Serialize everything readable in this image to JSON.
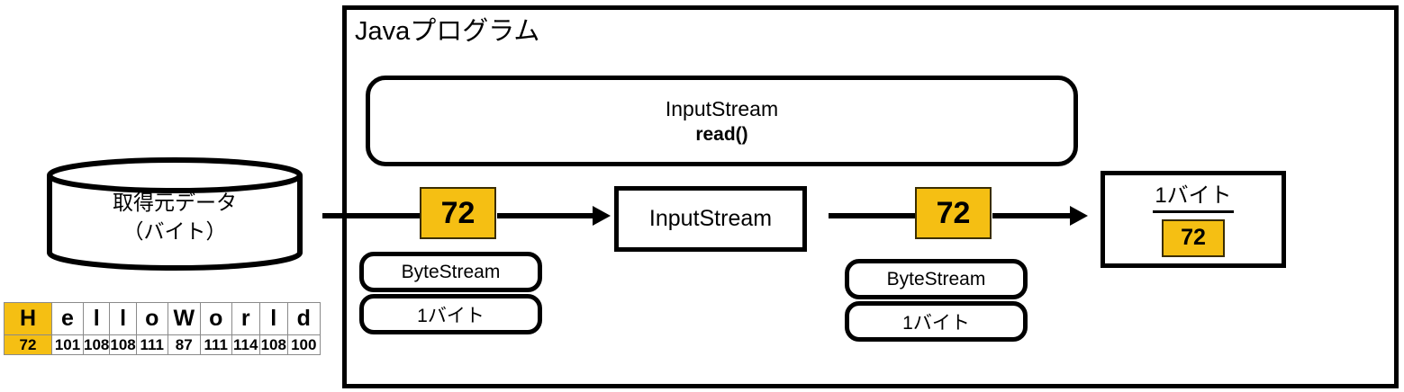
{
  "program": {
    "title": "Javaプログラム",
    "read_panel": {
      "line1": "InputStream",
      "line2": "read()"
    },
    "inputstream_box_label": "InputStream",
    "byte_chip_left": "72",
    "byte_chip_right": "72",
    "stream_stack_left": {
      "name": "ByteStream",
      "size": "1バイト"
    },
    "stream_stack_right": {
      "name": "ByteStream",
      "size": "1バイト"
    },
    "result": {
      "title": "1バイト",
      "value": "72"
    }
  },
  "source": {
    "label_line1": "取得元データ",
    "label_line2": "（バイト）"
  },
  "byte_table": {
    "chars": [
      "H",
      "e",
      "l",
      "l",
      "o",
      "W",
      "o",
      "r",
      "l",
      "d"
    ],
    "codes": [
      "72",
      "101",
      "108",
      "108",
      "111",
      "87",
      "111",
      "114",
      "108",
      "100"
    ],
    "highlight_index": 0
  },
  "colors": {
    "highlight": "#F5BF13",
    "stroke": "#000000",
    "background": "#FFFFFF"
  }
}
